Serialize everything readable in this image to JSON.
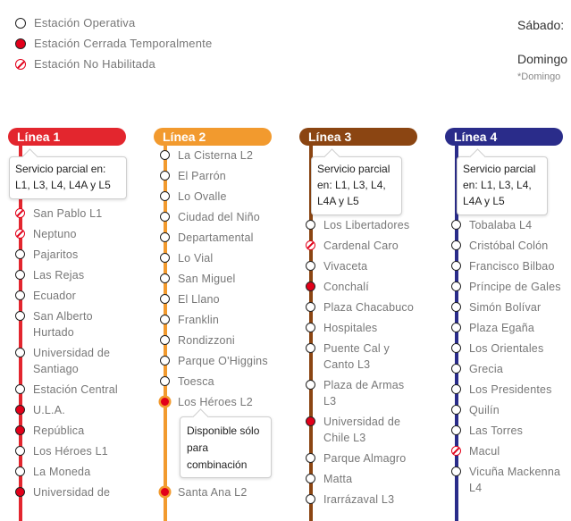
{
  "legend": {
    "operativa": "Estación Operativa",
    "cerrada": "Estación Cerrada Temporalmente",
    "no_habilitada": "Estación No Habilitada"
  },
  "schedule": {
    "sabado": "Sábado:",
    "domingo": "Domingo",
    "domingo_note": "*Domingo"
  },
  "colors": {
    "l1": "#e3262e",
    "l2": "#f29a2e",
    "l3": "#8b4512",
    "l4": "#2a2c8a",
    "closed": "#e2001a"
  },
  "lines": [
    {
      "name": "Línea 1",
      "tooltip": "Servicio parcial en: L1, L3, L4, L4A y L5",
      "stations": [
        {
          "name": "San Pablo L1",
          "status": "no_habilitada"
        },
        {
          "name": "Neptuno",
          "status": "no_habilitada"
        },
        {
          "name": "Pajaritos",
          "status": "operativa"
        },
        {
          "name": "Las Rejas",
          "status": "operativa"
        },
        {
          "name": "Ecuador",
          "status": "operativa"
        },
        {
          "name": "San Alberto Hurtado",
          "status": "operativa"
        },
        {
          "name": "Universidad de Santiago",
          "status": "operativa"
        },
        {
          "name": "Estación Central",
          "status": "operativa"
        },
        {
          "name": "U.L.A.",
          "status": "cerrada"
        },
        {
          "name": "República",
          "status": "cerrada"
        },
        {
          "name": "Los Héroes L1",
          "status": "operativa"
        },
        {
          "name": "La Moneda",
          "status": "operativa"
        },
        {
          "name": "Universidad de",
          "status": "cerrada"
        }
      ]
    },
    {
      "name": "Línea 2",
      "stations": [
        {
          "name": "La Cisterna L2",
          "status": "operativa"
        },
        {
          "name": "El Parrón",
          "status": "operativa"
        },
        {
          "name": "Lo Ovalle",
          "status": "operativa"
        },
        {
          "name": "Ciudad del Niño",
          "status": "operativa"
        },
        {
          "name": "Departamental",
          "status": "operativa"
        },
        {
          "name": "Lo Vial",
          "status": "operativa"
        },
        {
          "name": "San Miguel",
          "status": "operativa"
        },
        {
          "name": "El Llano",
          "status": "operativa"
        },
        {
          "name": "Franklin",
          "status": "operativa"
        },
        {
          "name": "Rondizzoni",
          "status": "operativa"
        },
        {
          "name": "Parque O'Higgins",
          "status": "operativa"
        },
        {
          "name": "Toesca",
          "status": "operativa"
        },
        {
          "name": "Los Héroes L2",
          "status": "combinacion"
        },
        {
          "name": "Santa Ana L2",
          "status": "combinacion"
        }
      ],
      "combo_note": "Disponible sólo para combinación"
    },
    {
      "name": "Línea 3",
      "tooltip": "Servicio parcial en: L1, L3, L4, L4A y L5",
      "stations": [
        {
          "name": "Los Libertadores",
          "status": "operativa"
        },
        {
          "name": "Cardenal Caro",
          "status": "no_habilitada"
        },
        {
          "name": "Vivaceta",
          "status": "operativa"
        },
        {
          "name": "Conchalí",
          "status": "cerrada"
        },
        {
          "name": "Plaza Chacabuco",
          "status": "operativa"
        },
        {
          "name": "Hospitales",
          "status": "operativa"
        },
        {
          "name": "Puente Cal y Canto L3",
          "status": "operativa"
        },
        {
          "name": "Plaza de Armas L3",
          "status": "operativa"
        },
        {
          "name": "Universidad de Chile L3",
          "status": "cerrada"
        },
        {
          "name": "Parque Almagro",
          "status": "operativa"
        },
        {
          "name": "Matta",
          "status": "operativa"
        },
        {
          "name": "Irarrázaval L3",
          "status": "operativa"
        }
      ]
    },
    {
      "name": "Línea 4",
      "tooltip": "Servicio parcial en: L1, L3, L4, L4A y L5",
      "stations": [
        {
          "name": "Tobalaba L4",
          "status": "operativa"
        },
        {
          "name": "Cristóbal Colón",
          "status": "operativa"
        },
        {
          "name": "Francisco Bilbao",
          "status": "operativa"
        },
        {
          "name": "Príncipe de Gales",
          "status": "operativa"
        },
        {
          "name": "Simón Bolívar",
          "status": "operativa"
        },
        {
          "name": "Plaza Egaña",
          "status": "operativa"
        },
        {
          "name": "Los Orientales",
          "status": "operativa"
        },
        {
          "name": "Grecia",
          "status": "operativa"
        },
        {
          "name": "Los Presidentes",
          "status": "operativa"
        },
        {
          "name": "Quilín",
          "status": "operativa"
        },
        {
          "name": "Las Torres",
          "status": "operativa"
        },
        {
          "name": "Macul",
          "status": "no_habilitada"
        },
        {
          "name": "Vicuña Mackenna L4",
          "status": "operativa"
        }
      ]
    }
  ]
}
